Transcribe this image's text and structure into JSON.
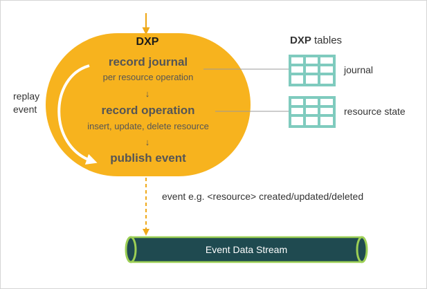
{
  "diagram": {
    "dxp_label": "DXP",
    "steps": [
      {
        "title": "record journal",
        "subtitle": "per resource operation"
      },
      {
        "title": "record operation",
        "subtitle": "insert, update, delete resource"
      },
      {
        "title": "publish event",
        "subtitle": ""
      }
    ],
    "step_arrow": "↓",
    "replay_label_line1": "replay",
    "replay_label_line2": "event",
    "tables_heading_bold": "DXP",
    "tables_heading_rest": "tables",
    "tables": [
      {
        "label": "journal"
      },
      {
        "label": "resource state"
      }
    ],
    "event_note": "event e.g. <resource> created/updated/deleted",
    "stream_label": "Event Data Stream",
    "colors": {
      "process_fill": "#F7B31E",
      "arrow": "#EFA91A",
      "table_fill": "#7FCBBE",
      "stream_fill": "#1F4A50",
      "stream_rim": "#9CCF55",
      "connector": "#9a9a9a"
    }
  }
}
